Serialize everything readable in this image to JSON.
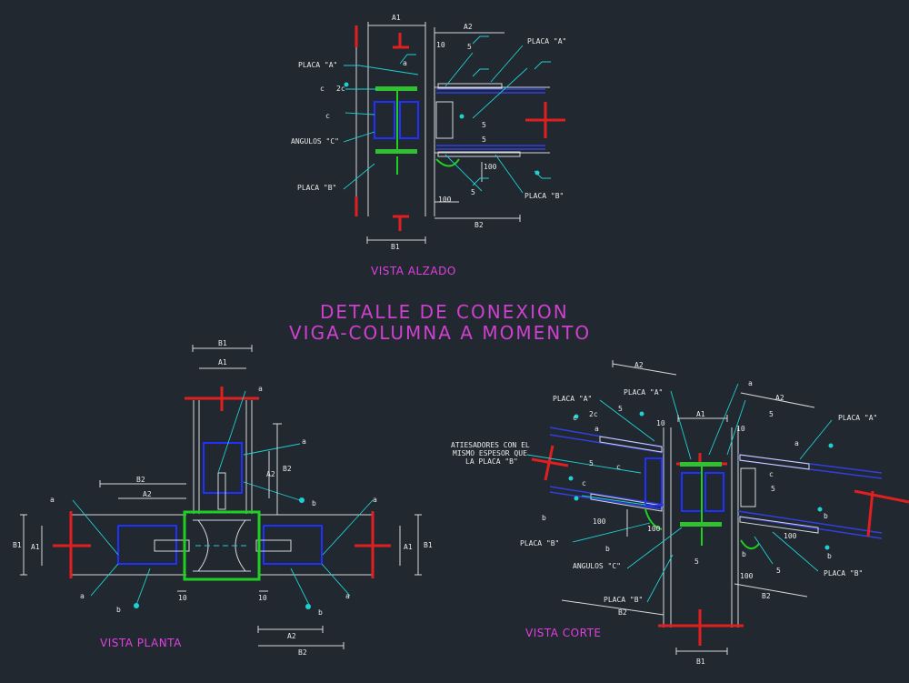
{
  "title": {
    "line1": "DETALLE DE CONEXION",
    "line2": "VIGA-COLUMNA A MOMENTO"
  },
  "views": {
    "alzado": "VISTA ALZADO",
    "planta": "VISTA PLANTA",
    "corte": "VISTA CORTE"
  },
  "labels": {
    "placa_a": "PLACA \"A\"",
    "placa_b": "PLACA \"B\"",
    "angulos_c": "ANGULOS \"C\"",
    "atiesadores1": "ATIESADORES CON EL",
    "atiesadores2": "MISMO ESPESOR QUE",
    "atiesadores3": "LA PLACA \"B\""
  },
  "dims": {
    "a1": "A1",
    "a2": "A2",
    "b1": "B1",
    "b2": "B2",
    "ten": "10",
    "hundred": "100",
    "five": "5",
    "wa": "a",
    "wb": "b",
    "wc": "c",
    "wc2": "2c"
  },
  "colors": {
    "background": "#212830",
    "column": "#e02020",
    "plate": "#20d020",
    "angle": "#2030ff",
    "leader": "#20d0d0",
    "text_title": "#d040d0"
  }
}
